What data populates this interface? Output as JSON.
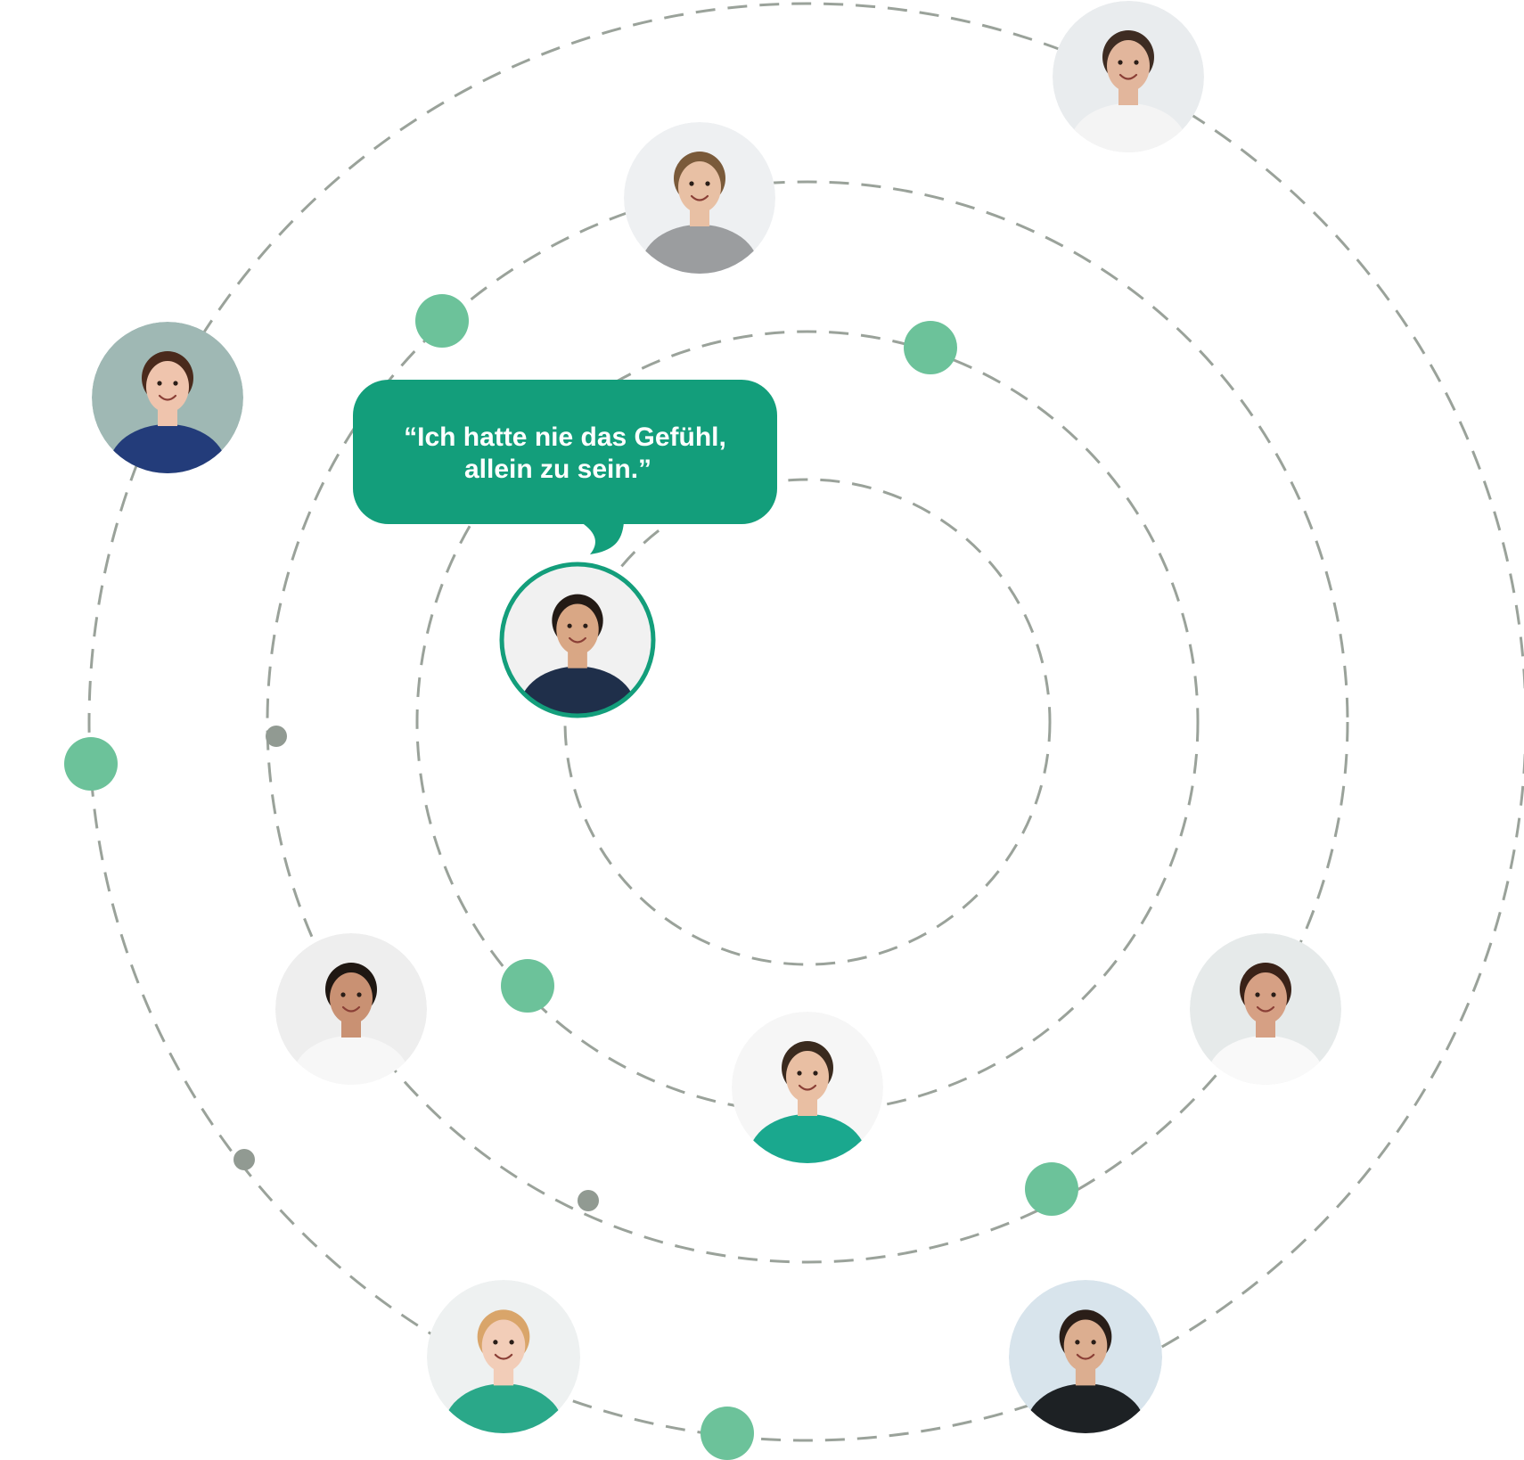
{
  "quote": {
    "line1": "“Ich hatte nie das Gefühl,",
    "line2": "allein zu sein.”"
  },
  "colors": {
    "accent": "#139e7b",
    "dot_green": "#6cc29a",
    "dot_grey": "#919a92",
    "ring": "#9aa29a"
  },
  "avatars": [
    {
      "name": "avatar-woman-white-uniform-top-right",
      "skin": "#e2b69c",
      "hair": "#3e2c22",
      "cloth": "#f4f4f4",
      "bg": "#e9ecee"
    },
    {
      "name": "avatar-young-man-grey-sweater",
      "skin": "#e8c0a4",
      "hair": "#7a5a3a",
      "cloth": "#9b9d9f",
      "bg": "#eef0f2"
    },
    {
      "name": "avatar-woman-blue-shirt-tablet",
      "skin": "#efc4ad",
      "hair": "#4a2a1c",
      "cloth": "#233c7a",
      "bg": "#9fb8b4"
    },
    {
      "name": "avatar-featured-smiling-man",
      "skin": "#d9a785",
      "hair": "#231a15",
      "cloth": "#1f2f4a",
      "bg": "#f1f1f1"
    },
    {
      "name": "avatar-bearded-man-white-coat",
      "skin": "#c99173",
      "hair": "#1f1712",
      "cloth": "#f7f7f7",
      "bg": "#eeeeee"
    },
    {
      "name": "avatar-man-teal-scrubs-mask",
      "skin": "#e9bfa3",
      "hair": "#3a2a1e",
      "cloth": "#1aa88e",
      "bg": "#f6f6f6"
    },
    {
      "name": "avatar-woman-glasses-white-coat",
      "skin": "#d6a084",
      "hair": "#3a2218",
      "cloth": "#f9f9f9",
      "bg": "#e6eaea"
    },
    {
      "name": "avatar-blonde-woman-green-scrubs",
      "skin": "#f2cdb8",
      "hair": "#d9a56a",
      "cloth": "#2aa889",
      "bg": "#eef1f1"
    },
    {
      "name": "avatar-man-black-scrubs-arms-crossed",
      "skin": "#dcae90",
      "hair": "#2a1e18",
      "cloth": "#1d2124",
      "bg": "#d8e4ec"
    }
  ]
}
